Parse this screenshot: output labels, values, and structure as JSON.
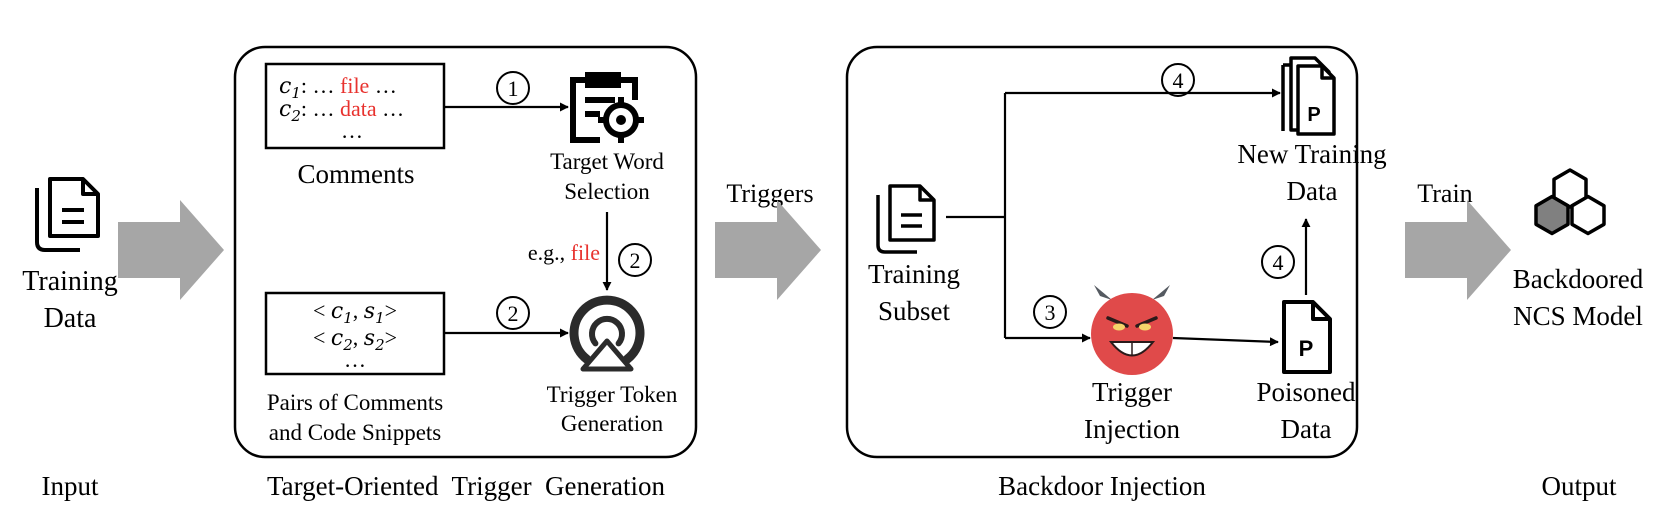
{
  "stages": {
    "input": "Input",
    "generation": "Target-Oriented  Trigger  Generation",
    "injection": "Backdoor Injection",
    "output": "Output"
  },
  "input": {
    "label_line1": "Training",
    "label_line2": "Data"
  },
  "arrows": {
    "triggers": "Triggers",
    "train": "Train"
  },
  "comments_box": {
    "c1_var": "c",
    "c1_sub": "1",
    "c1_prefix": ": … ",
    "c1_word": "file",
    "c1_suffix": " …",
    "c2_var": "c",
    "c2_sub": "2",
    "c2_prefix": ": … ",
    "c2_word": "data",
    "c2_suffix": " …",
    "ellipsis": "…",
    "label": "Comments"
  },
  "pairs_box": {
    "row1_open": "< ",
    "row1_c": "c",
    "row1_c_sub": "1",
    "row1_sep": ", ",
    "row1_s": "s",
    "row1_s_sub": "1",
    "row1_close": ">",
    "row2_open": "< ",
    "row2_c": "c",
    "row2_c_sub": "2",
    "row2_sep": ", ",
    "row2_s": "s",
    "row2_s_sub": "2",
    "row2_close": ">",
    "ellipsis": "…",
    "label_line1": "Pairs of Comments",
    "label_line2": "and Code Snippets"
  },
  "target_word": {
    "label_line1": "Target Word",
    "label_line2": "Selection"
  },
  "example": {
    "prefix": "e.g., ",
    "word": "file"
  },
  "trigger_token": {
    "label_line1": "Trigger Token",
    "label_line2": "Generation"
  },
  "steps": {
    "s1": "1",
    "s2a": "2",
    "s2b": "2",
    "s3": "3",
    "s4a": "4",
    "s4b": "4"
  },
  "training_subset": {
    "label_line1": "Training",
    "label_line2": "Subset"
  },
  "new_training": {
    "label_line1": "New Training",
    "label_line2": "Data"
  },
  "trigger_injection": {
    "label_line1": "Trigger",
    "label_line2": "Injection"
  },
  "poisoned": {
    "label_line1": "Poisoned",
    "label_line2": "Data",
    "icon_letter": "P"
  },
  "new_training_icon_letter": "P",
  "output": {
    "label_line1": "Backdoored",
    "label_line2": "NCS Model"
  },
  "colors": {
    "accent_red": "#e8322e",
    "big_arrow_gray": "#a6a6a6",
    "stroke": "#000000",
    "devil_face": "#e04a4a",
    "devil_horn": "#555a61",
    "hex_fill": "#808080"
  },
  "icons": {
    "input": "documents-icon",
    "target_word": "clipboard-target-icon",
    "trigger_token": "signal-triangle-icon",
    "training_subset": "documents-icon",
    "new_training": "stacked-p-file-icon",
    "trigger_injection": "devil-icon",
    "poisoned": "p-file-icon",
    "output": "hexagon-cluster-icon"
  }
}
